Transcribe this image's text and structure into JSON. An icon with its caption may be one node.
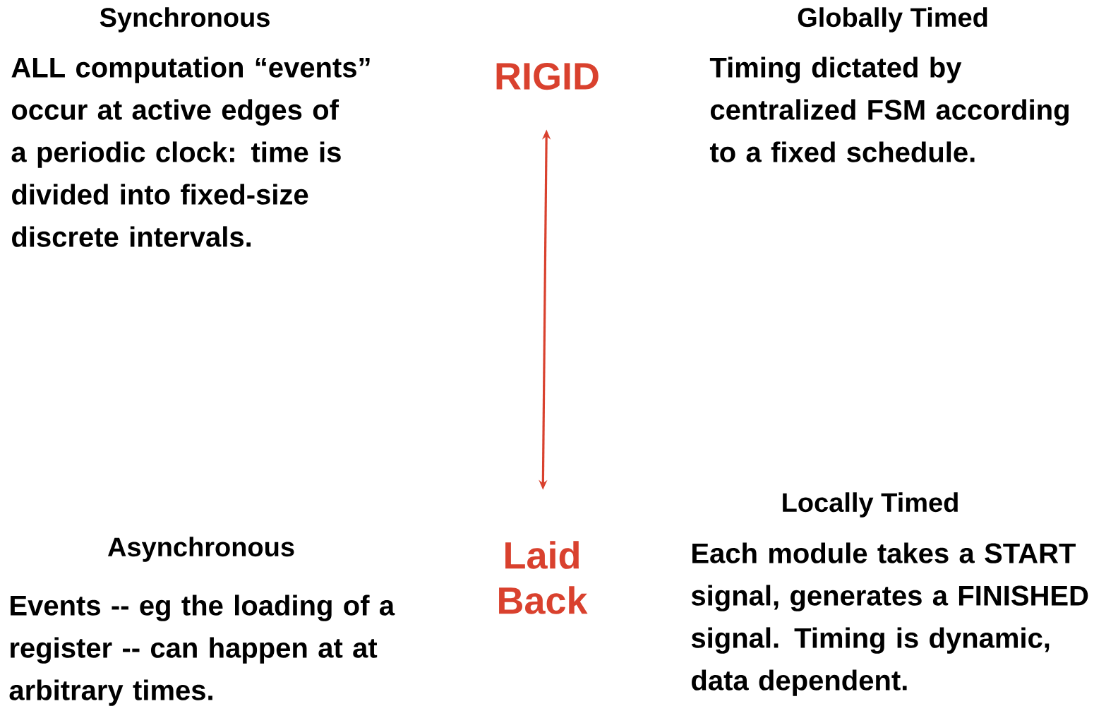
{
  "diagram": {
    "nodes": [
      {
        "text": [
          "RIGID"
        ]
      },
      {
        "text": [
          "Laid Back"
        ]
      }
    ],
    "edges": [
      {
        "from": 0,
        "to": 1,
        "arrow": "both"
      }
    ],
    "labels": [
      "Synchronous",
      "Globally Timed",
      "ALL computation “events” occur at active edges of a periodic clock: time is divided into fixed-size discrete intervals.",
      "Timing dictated by centralized FSM according to a fixed schedule.",
      "Locally Timed",
      "Asynchronous",
      "Each module takes a START signal, generates a FINISHED signal. Timing is dynamic, data dependent.",
      "Events -- eg the loading of a register -- can happen at at arbitrary times."
    ]
  }
}
